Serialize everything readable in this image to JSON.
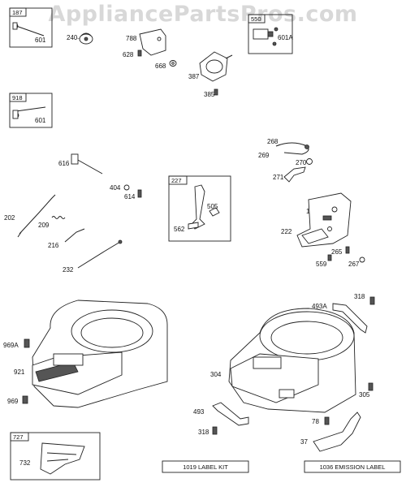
{
  "watermark": "AppliancePartsPros.com",
  "boxes": {
    "b187": "187",
    "b918": "918",
    "b550": "550",
    "b227": "227",
    "b727": "727"
  },
  "kits": {
    "label_kit": "1019 LABEL KIT",
    "emission_label": "1036 EMISSION LABEL"
  },
  "labels": {
    "p601a": "601",
    "p240": "240",
    "p788": "788",
    "p628": "628",
    "p668": "668",
    "p387": "387",
    "p385": "385",
    "p601A": "601A",
    "p601b": "601",
    "p268": "268",
    "p269": "269",
    "p270": "270",
    "p271": "271",
    "p616": "616",
    "p404": "404",
    "p614": "614",
    "p505": "505",
    "p562": "562",
    "p188": "188",
    "p222": "222",
    "p265": "265",
    "p559": "559",
    "p267": "267",
    "p202": "202",
    "p209": "209",
    "p216": "216",
    "p232": "232",
    "p318a": "318",
    "p493A": "493A",
    "p969A": "969A",
    "p921": "921",
    "p969": "969",
    "p304": "304",
    "p305": "305",
    "p493": "493",
    "p318b": "318",
    "p78": "78",
    "p37": "37",
    "p732": "732"
  }
}
